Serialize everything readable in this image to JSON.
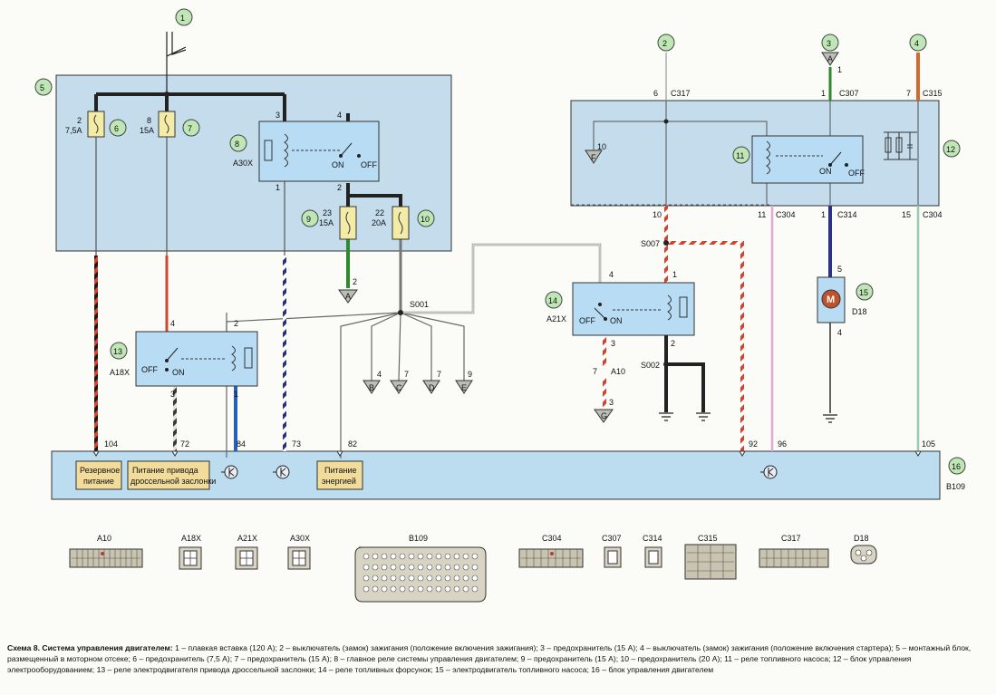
{
  "numbers": [
    "1",
    "2",
    "3",
    "4",
    "5",
    "6",
    "7",
    "8",
    "9",
    "10",
    "11",
    "12",
    "13",
    "14",
    "15",
    "16"
  ],
  "fuses": [
    {
      "id": "2",
      "rating": "7,5A"
    },
    {
      "id": "8",
      "rating": "15A"
    },
    {
      "id": "23",
      "rating": "15A"
    },
    {
      "id": "22",
      "rating": "20A"
    }
  ],
  "relays": {
    "r8": "A30X",
    "r13": "A18X",
    "r14": "A21X",
    "r11_off": "OFF",
    "on": "ON",
    "off": "OFF"
  },
  "connectors_top": {
    "c317": "C317",
    "c307": "C307",
    "c315": "C315",
    "c304": "C304",
    "c314": "C314"
  },
  "pins": {
    "p6": "6",
    "p1": "1",
    "p7": "7",
    "p10": "10",
    "p11": "11",
    "p15": "15",
    "p3": "3",
    "p4": "4",
    "p2": "2",
    "p5": "5",
    "p9": "9",
    "p84": "84",
    "p104": "104",
    "p72": "72",
    "p73": "73",
    "p82": "82",
    "p92": "92",
    "p96": "96",
    "p105": "105"
  },
  "splices": {
    "s001": "S001",
    "s007": "S007",
    "s002": "S002"
  },
  "grounds": {
    "a": "A",
    "b": "B",
    "c": "C",
    "d": "D",
    "e": "E",
    "f": "F",
    "g": "G"
  },
  "a10": "A10",
  "d18": "D18",
  "motor": "M",
  "ecu": {
    "id": "B109",
    "backup": [
      "Резервное",
      "питание"
    ],
    "throttle": [
      "Питание привода",
      "дроссельной заслонки"
    ],
    "energy": [
      "Питание",
      "энергией"
    ]
  },
  "connector_row": [
    "A10",
    "A18X",
    "A21X",
    "A30X",
    "B109",
    "C304",
    "C307",
    "C314",
    "C315",
    "C317",
    "D18"
  ],
  "caption": {
    "title": "Схема 8. Система управления двигателем:",
    "text": " 1 – плавкая вставка (120 А); 2 – выключатель (замок) зажигания (положение включения зажигания); 3 – предохранитель (15 А); 4 – выключатель (замок) зажигания (положение включения стартера); 5 – монтажный блок, размещенный в моторном отсеке; 6 – предохранитель (7,5 А); 7 – предохранитель (15 А); 8 – главное реле системы управления двигателем; 9 – предохранитель (15 А); 10 – предохранитель (20 А); 11 – реле топливного насоса; 12 – блок управления электрооборудованием; 13 – реле электродвигателя привода дроссельной заслонки; 14 – реле топливных форсунок; 15 – электродвигатель топливного насоса; 16 – блок управления двигателем"
  },
  "colors": {
    "box": "#c4dcec",
    "relay": "#b8dcf4",
    "fuse": "#f4eca6",
    "ecu": "#bcdcf0",
    "ecuLabel": "#f2dc9c",
    "callout": "#bfe6b5"
  }
}
